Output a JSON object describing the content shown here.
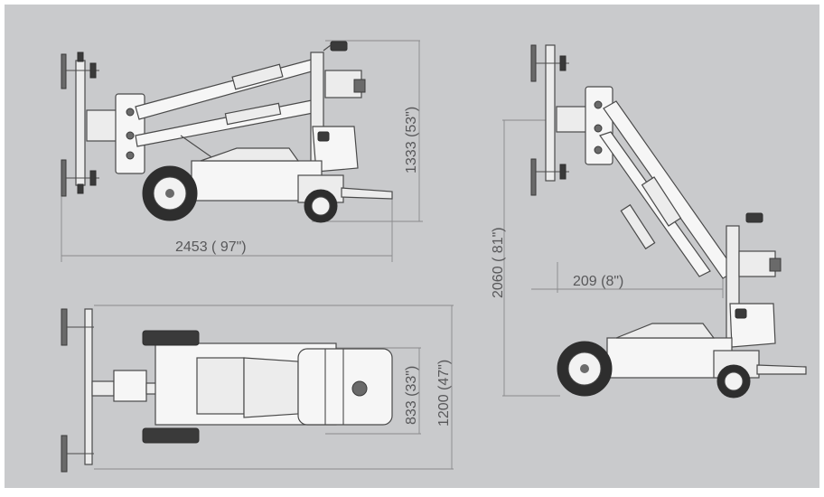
{
  "colors": {
    "background": "#c9cacc",
    "frame": "#ffffff",
    "dimension_line": "#8a8a8c",
    "text": "#58585a",
    "machine_fill": "#ececec",
    "machine_outline": "#4a4a4a"
  },
  "side_view": {
    "height_label": "1333 (53\")",
    "length_label": "2453 ( 97\")"
  },
  "top_view": {
    "width_label": "833 (33\")",
    "overall_width_label": "1200 (47\")"
  },
  "raised_view": {
    "height_label": "2060 ( 81\")",
    "reach_label": "209 (8\")"
  }
}
